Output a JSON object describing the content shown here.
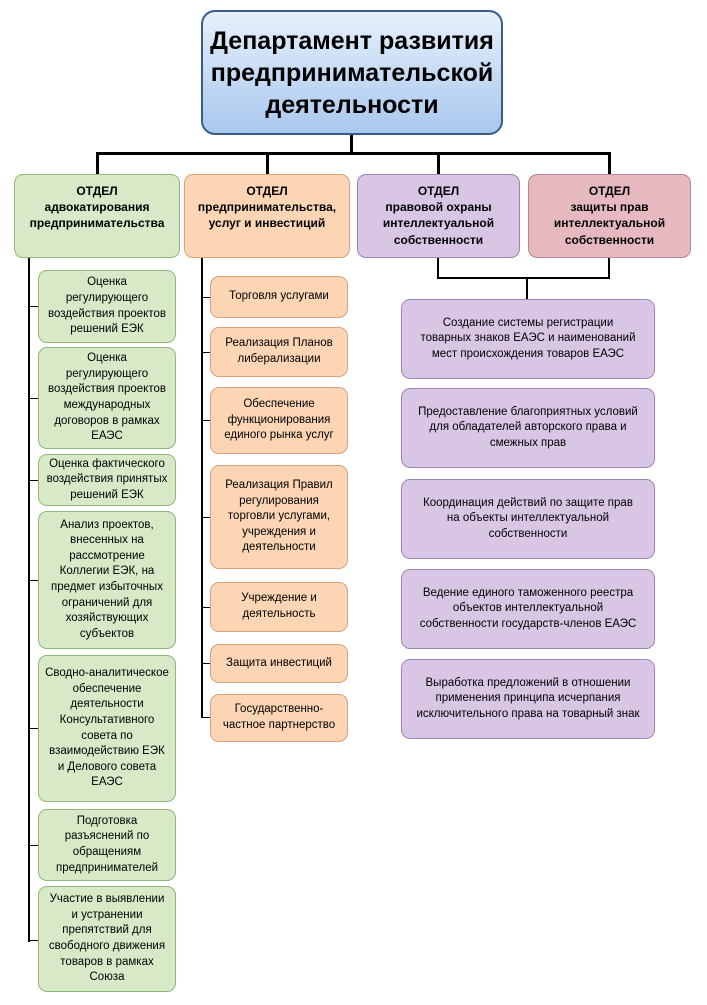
{
  "title": "Департамент развития предпринимательской деятельности",
  "departments": [
    {
      "label": "ОТДЕЛ\nадвокатирования\nпредпринимательства",
      "color": "#d7e9c7"
    },
    {
      "label": "ОТДЕЛ\nпредпринимательства,\nуслуг и инвестиций",
      "color": "#fcd5b5"
    },
    {
      "label": "ОТДЕЛ\nправовой охраны\nинтеллектуальной\nсобственности",
      "color": "#d9c6e5"
    },
    {
      "label": "ОТДЕЛ\nзащиты прав\nинтеллектуальной\nсобственности",
      "color": "#e6b9c0"
    }
  ],
  "col1": [
    "Оценка регулирующего воздействия проектов решений ЕЭК",
    "Оценка регулирующего воздействия проектов международных договоров в рамках ЕАЭС",
    "Оценка фактического воздействия принятых решений ЕЭК",
    "Анализ проектов, внесенных на рассмотрение Коллегии ЕЭК, на предмет избыточных ограничений для хозяйствующих субъектов",
    "Сводно-аналитическое обеспечение деятельности Консультативного совета по взаимодействию ЕЭК и Делового совета ЕАЭС",
    "Подготовка разъяснений по обращениям предпринимателей",
    "Участие в выявлении и устранении препятствий для свободного движения товаров в рамках Союза"
  ],
  "col2": [
    "Торговля услугами",
    "Реализация Планов либерализации",
    "Обеспечение функционирования единого рынка услуг",
    "Реализация Правил регулирования торговли услугами, учреждения и деятельности",
    "Учреждение и деятельность",
    "Защита инвестиций",
    "Государственно-частное партнерство"
  ],
  "col3": [
    "Создание системы регистрации товарных знаков ЕАЭС и наименований мест происхождения товаров ЕАЭС",
    "Предоставление благоприятных условий для обладателей авторского права и смежных прав",
    "Координация действий по защите прав на объекты интеллектуальной собственности",
    "Ведение единого таможенного реестра объектов интеллектуальной собственности государств-членов ЕАЭС",
    "Выработка предложений в отношении применения принципа исчерпания исключительного права на товарный знак"
  ]
}
